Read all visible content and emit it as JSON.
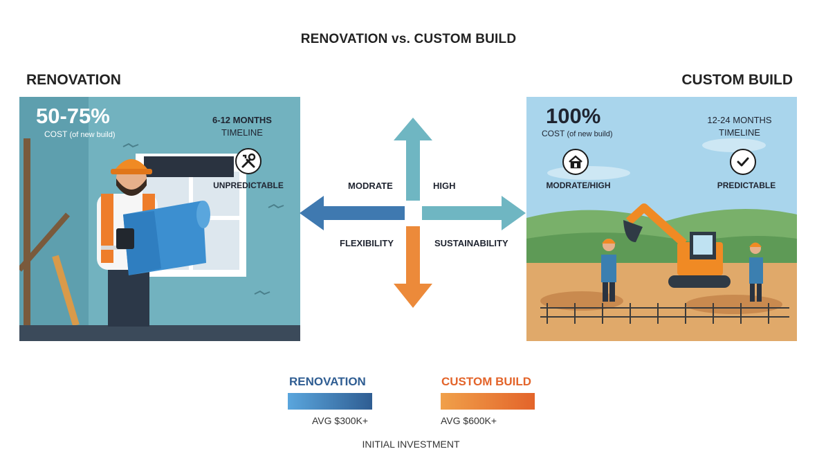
{
  "title": "RENOVATION vs. CUSTOM BUILD",
  "renovation": {
    "heading": "RENOVATION",
    "cost_value": "50-75%",
    "cost_label": "COST",
    "cost_note": "(of new build)",
    "timeline_value": "6-12 MONTHS",
    "timeline_label": "TIMELINE",
    "predictability": "UNPREDICTABLE",
    "icon": "tools-icon"
  },
  "custom_build": {
    "heading": "CUSTOM BUILD",
    "cost_value": "100%",
    "cost_label": "COST",
    "cost_note": "(of new build)",
    "timeline_value": "12-24 MONTHS",
    "timeline_label": "TIMELINE",
    "home_label": "MODRATE/HIGH",
    "predictability": "PREDICTABLE",
    "icons": [
      "house-icon",
      "checkmark-icon"
    ]
  },
  "center": {
    "top_left": "MODRATE",
    "top_right": "HIGH",
    "bottom_left": "FLEXIBILITY",
    "bottom_right": "SUSTAINABILITY",
    "arrow_colors": {
      "up": "#6fb6c2",
      "left": "#3f79b0",
      "right": "#6fb6c2",
      "down": "#ec8a3a"
    }
  },
  "legend": {
    "renovation": {
      "label": "RENOVATION",
      "avg": "AVG $300K+",
      "color_from": "#5aa6dd",
      "color_to": "#2f5d92"
    },
    "custom_build": {
      "label": "CUSTOM BUILD",
      "avg": "AVG $600K+",
      "color_from": "#f0a04a",
      "color_to": "#e3642a"
    },
    "caption": "INITIAL INVESTMENT"
  }
}
